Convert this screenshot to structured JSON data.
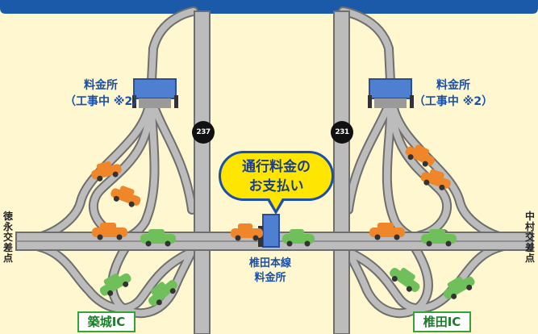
{
  "top_banner": {
    "color": "#1b5aa8"
  },
  "plaza_left": {
    "line1": "料金所",
    "line2": "（工事中 ※2）"
  },
  "plaza_right": {
    "line1": "料金所",
    "line2": "（工事中 ※2）"
  },
  "route_left": "237",
  "route_right": "231",
  "callout": {
    "line1": "通行料金の",
    "line2": "お支払い"
  },
  "mainline_plaza": {
    "line1": "椎田本線",
    "line2": "料金所"
  },
  "left_edge": "徳永交差点",
  "right_edge": "中村交差点",
  "ic_left": "築城IC",
  "ic_right": "椎田IC",
  "colors": {
    "road": "#b7b7b7",
    "road_edge": "#6e6e6e",
    "background": "#fff7cf",
    "booth": "#4f7fd0",
    "car_orange": "#f0862a",
    "car_green": "#6fc05a",
    "ic_border": "#34a43a",
    "callout_fill": "#ffe600",
    "label_blue": "#1b4fa8"
  }
}
